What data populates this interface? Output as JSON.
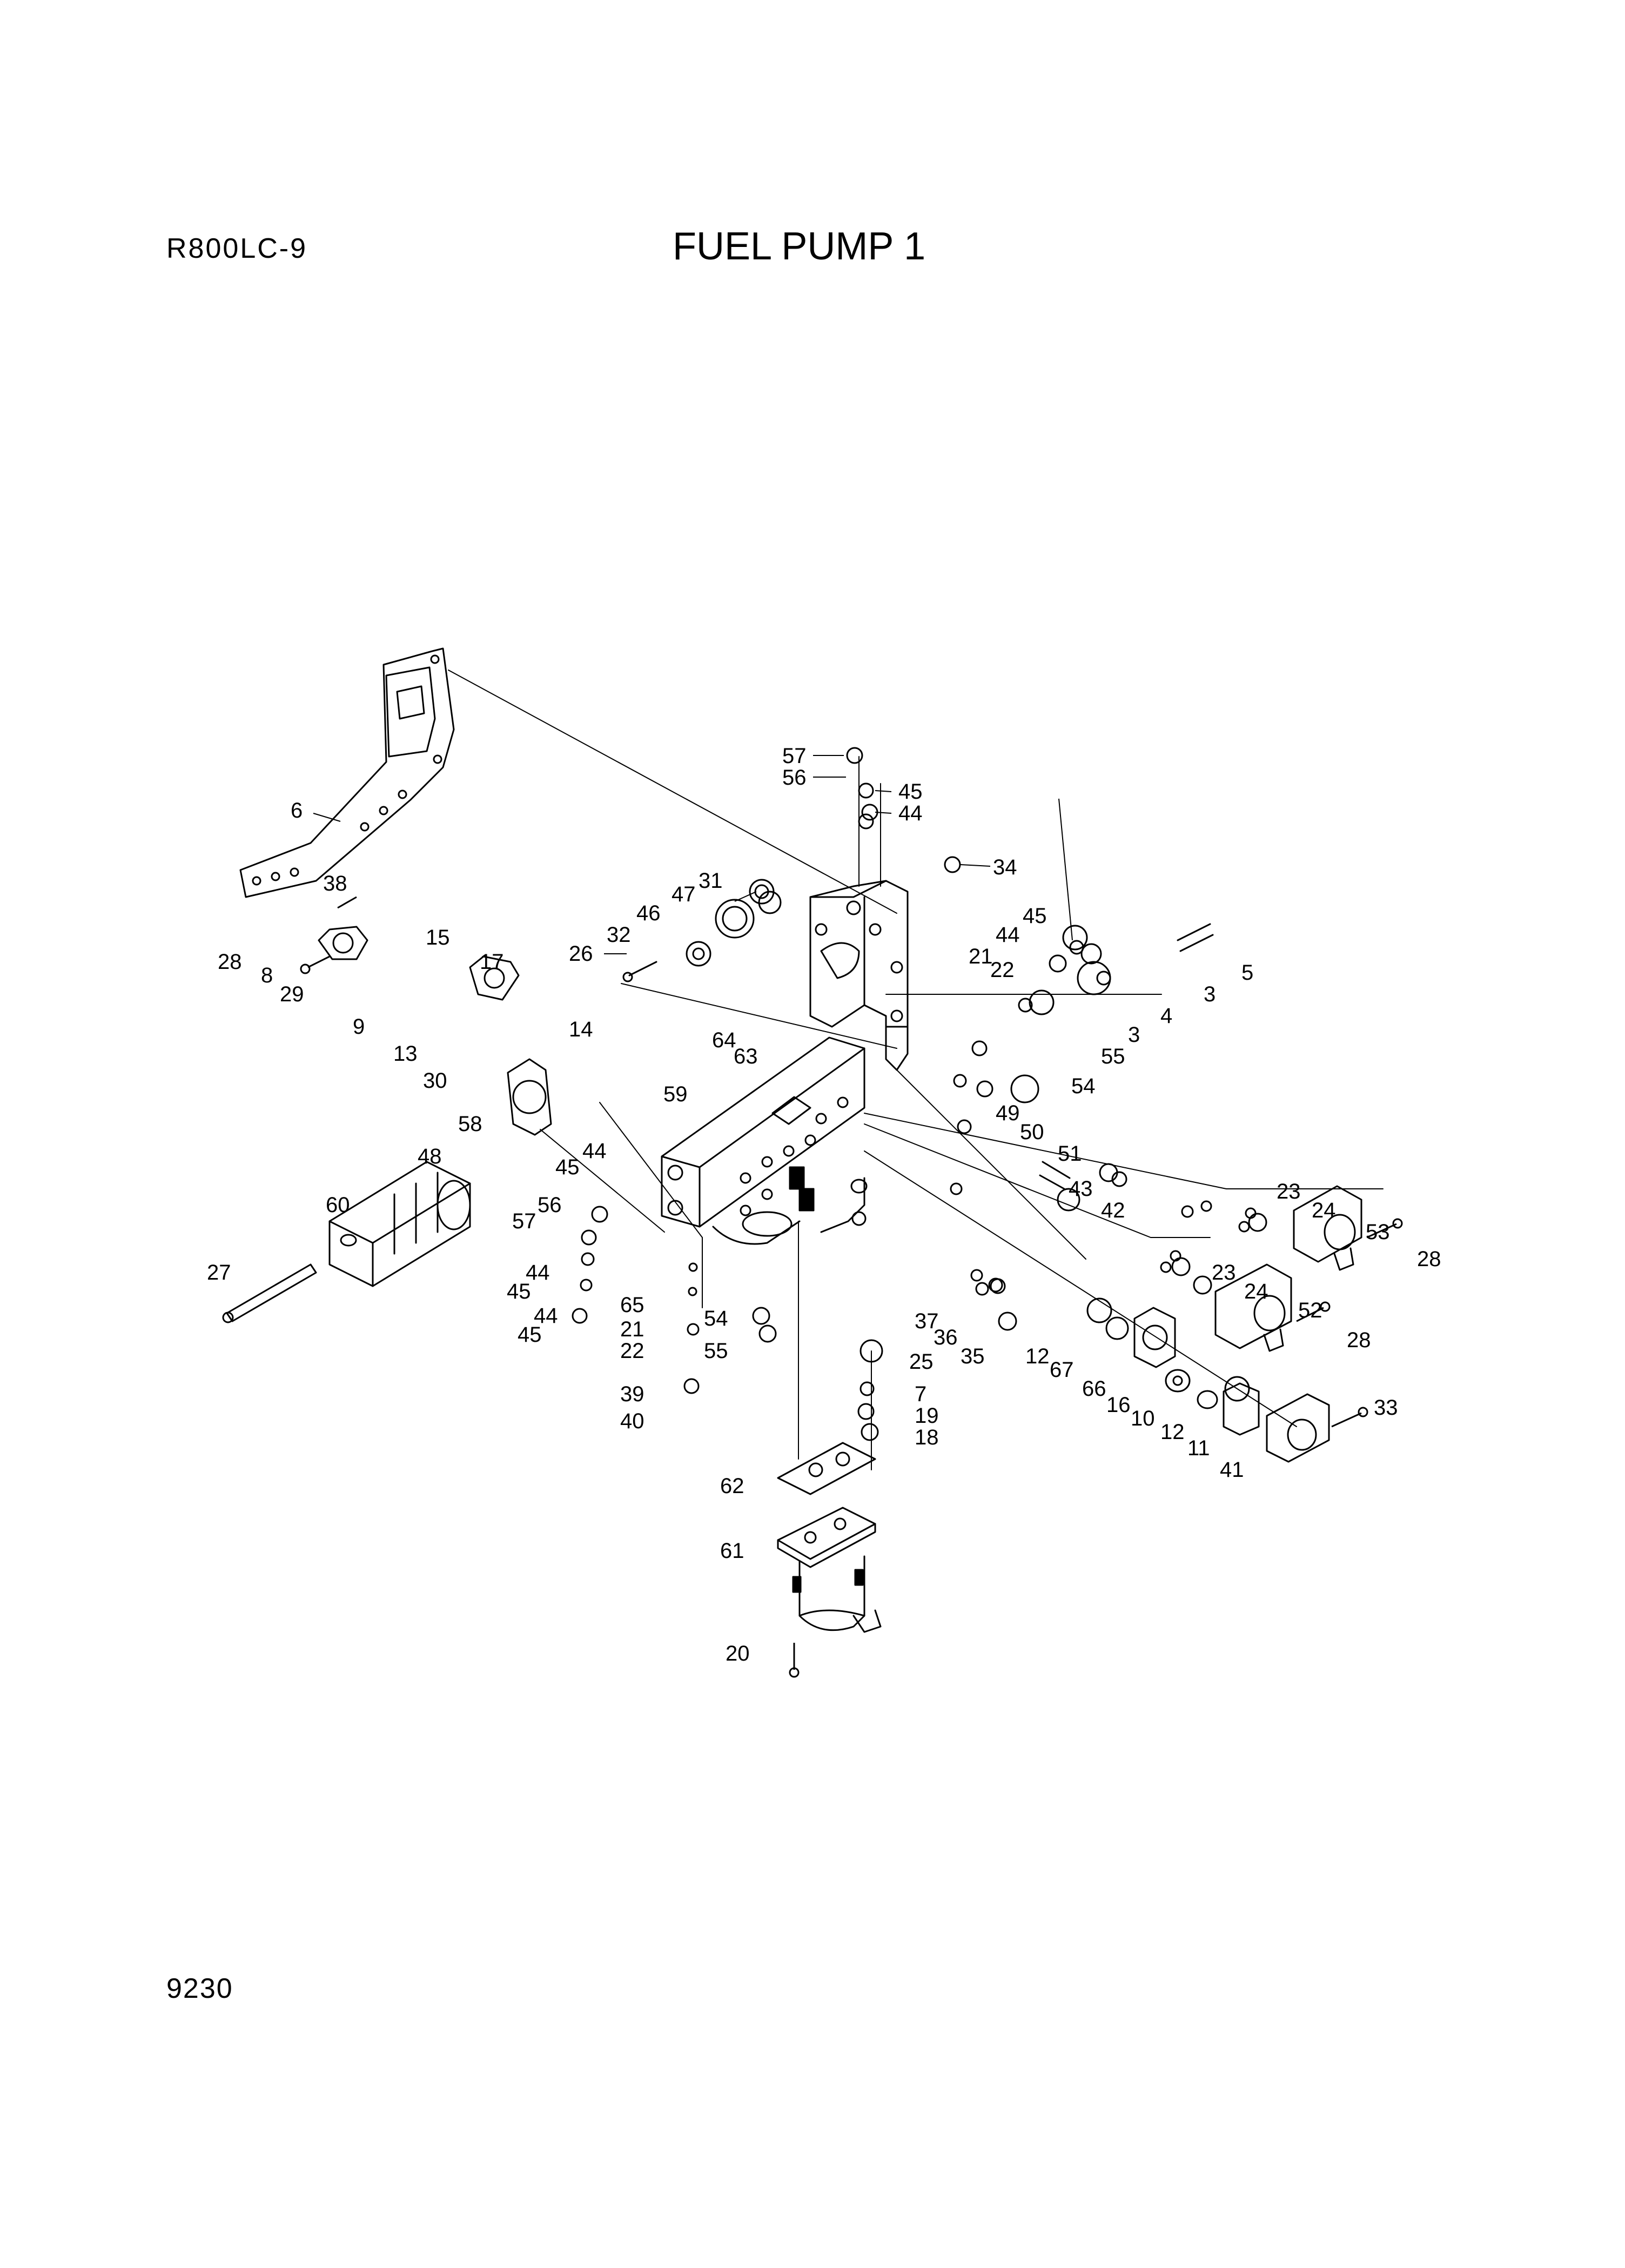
{
  "header": {
    "model": "R800LC-9",
    "title": "FUEL PUMP 1"
  },
  "footer": {
    "page_number": "9230"
  },
  "callouts": [
    {
      "id": "c57a",
      "label": "57"
    },
    {
      "id": "c56a",
      "label": "56"
    },
    {
      "id": "c45a",
      "label": "45"
    },
    {
      "id": "c44a",
      "label": "44"
    },
    {
      "id": "c34",
      "label": "34"
    },
    {
      "id": "c31",
      "label": "31"
    },
    {
      "id": "c47",
      "label": "47"
    },
    {
      "id": "c46",
      "label": "46"
    },
    {
      "id": "c32",
      "label": "32"
    },
    {
      "id": "c26",
      "label": "26"
    },
    {
      "id": "c6",
      "label": "6"
    },
    {
      "id": "c38",
      "label": "38"
    },
    {
      "id": "c28a",
      "label": "28"
    },
    {
      "id": "c8",
      "label": "8"
    },
    {
      "id": "c29",
      "label": "29"
    },
    {
      "id": "c15",
      "label": "15"
    },
    {
      "id": "c17",
      "label": "17"
    },
    {
      "id": "c9",
      "label": "9"
    },
    {
      "id": "c13",
      "label": "13"
    },
    {
      "id": "c14",
      "label": "14"
    },
    {
      "id": "c30",
      "label": "30"
    },
    {
      "id": "c45b",
      "label": "45"
    },
    {
      "id": "c44b",
      "label": "44"
    },
    {
      "id": "c21a",
      "label": "21"
    },
    {
      "id": "c22a",
      "label": "22"
    },
    {
      "id": "c5",
      "label": "5"
    },
    {
      "id": "c3a",
      "label": "3"
    },
    {
      "id": "c4",
      "label": "4"
    },
    {
      "id": "c3b",
      "label": "3"
    },
    {
      "id": "c64",
      "label": "64"
    },
    {
      "id": "c63",
      "label": "63"
    },
    {
      "id": "c55a",
      "label": "55"
    },
    {
      "id": "c54a",
      "label": "54"
    },
    {
      "id": "c59",
      "label": "59"
    },
    {
      "id": "c58",
      "label": "58"
    },
    {
      "id": "c49",
      "label": "49"
    },
    {
      "id": "c50",
      "label": "50"
    },
    {
      "id": "c51",
      "label": "51"
    },
    {
      "id": "c48",
      "label": "48"
    },
    {
      "id": "c44c",
      "label": "44"
    },
    {
      "id": "c45c",
      "label": "45"
    },
    {
      "id": "c43",
      "label": "43"
    },
    {
      "id": "c42",
      "label": "42"
    },
    {
      "id": "c60",
      "label": "60"
    },
    {
      "id": "c23a",
      "label": "23"
    },
    {
      "id": "c24a",
      "label": "24"
    },
    {
      "id": "c53",
      "label": "53"
    },
    {
      "id": "c28b",
      "label": "28"
    },
    {
      "id": "c56b",
      "label": "56"
    },
    {
      "id": "c57b",
      "label": "57"
    },
    {
      "id": "c23b",
      "label": "23"
    },
    {
      "id": "c24b",
      "label": "24"
    },
    {
      "id": "c44d",
      "label": "44"
    },
    {
      "id": "c45d",
      "label": "45"
    },
    {
      "id": "c27",
      "label": "27"
    },
    {
      "id": "c52",
      "label": "52"
    },
    {
      "id": "c28c",
      "label": "28"
    },
    {
      "id": "c65",
      "label": "65"
    },
    {
      "id": "c44e",
      "label": "44"
    },
    {
      "id": "c54b",
      "label": "54"
    },
    {
      "id": "c37",
      "label": "37"
    },
    {
      "id": "c36",
      "label": "36"
    },
    {
      "id": "c35",
      "label": "35"
    },
    {
      "id": "c21b",
      "label": "21"
    },
    {
      "id": "c45e",
      "label": "45"
    },
    {
      "id": "c22b",
      "label": "22"
    },
    {
      "id": "c55b",
      "label": "55"
    },
    {
      "id": "c25",
      "label": "25"
    },
    {
      "id": "c12a",
      "label": "12"
    },
    {
      "id": "c67",
      "label": "67"
    },
    {
      "id": "c39",
      "label": "39"
    },
    {
      "id": "c7",
      "label": "7"
    },
    {
      "id": "c66",
      "label": "66"
    },
    {
      "id": "c16",
      "label": "16"
    },
    {
      "id": "c10",
      "label": "10"
    },
    {
      "id": "c19",
      "label": "19"
    },
    {
      "id": "c40",
      "label": "40"
    },
    {
      "id": "c18",
      "label": "18"
    },
    {
      "id": "c12b",
      "label": "12"
    },
    {
      "id": "c33",
      "label": "33"
    },
    {
      "id": "c11",
      "label": "11"
    },
    {
      "id": "c41",
      "label": "41"
    },
    {
      "id": "c62",
      "label": "62"
    },
    {
      "id": "c61",
      "label": "61"
    },
    {
      "id": "c20",
      "label": "20"
    }
  ]
}
